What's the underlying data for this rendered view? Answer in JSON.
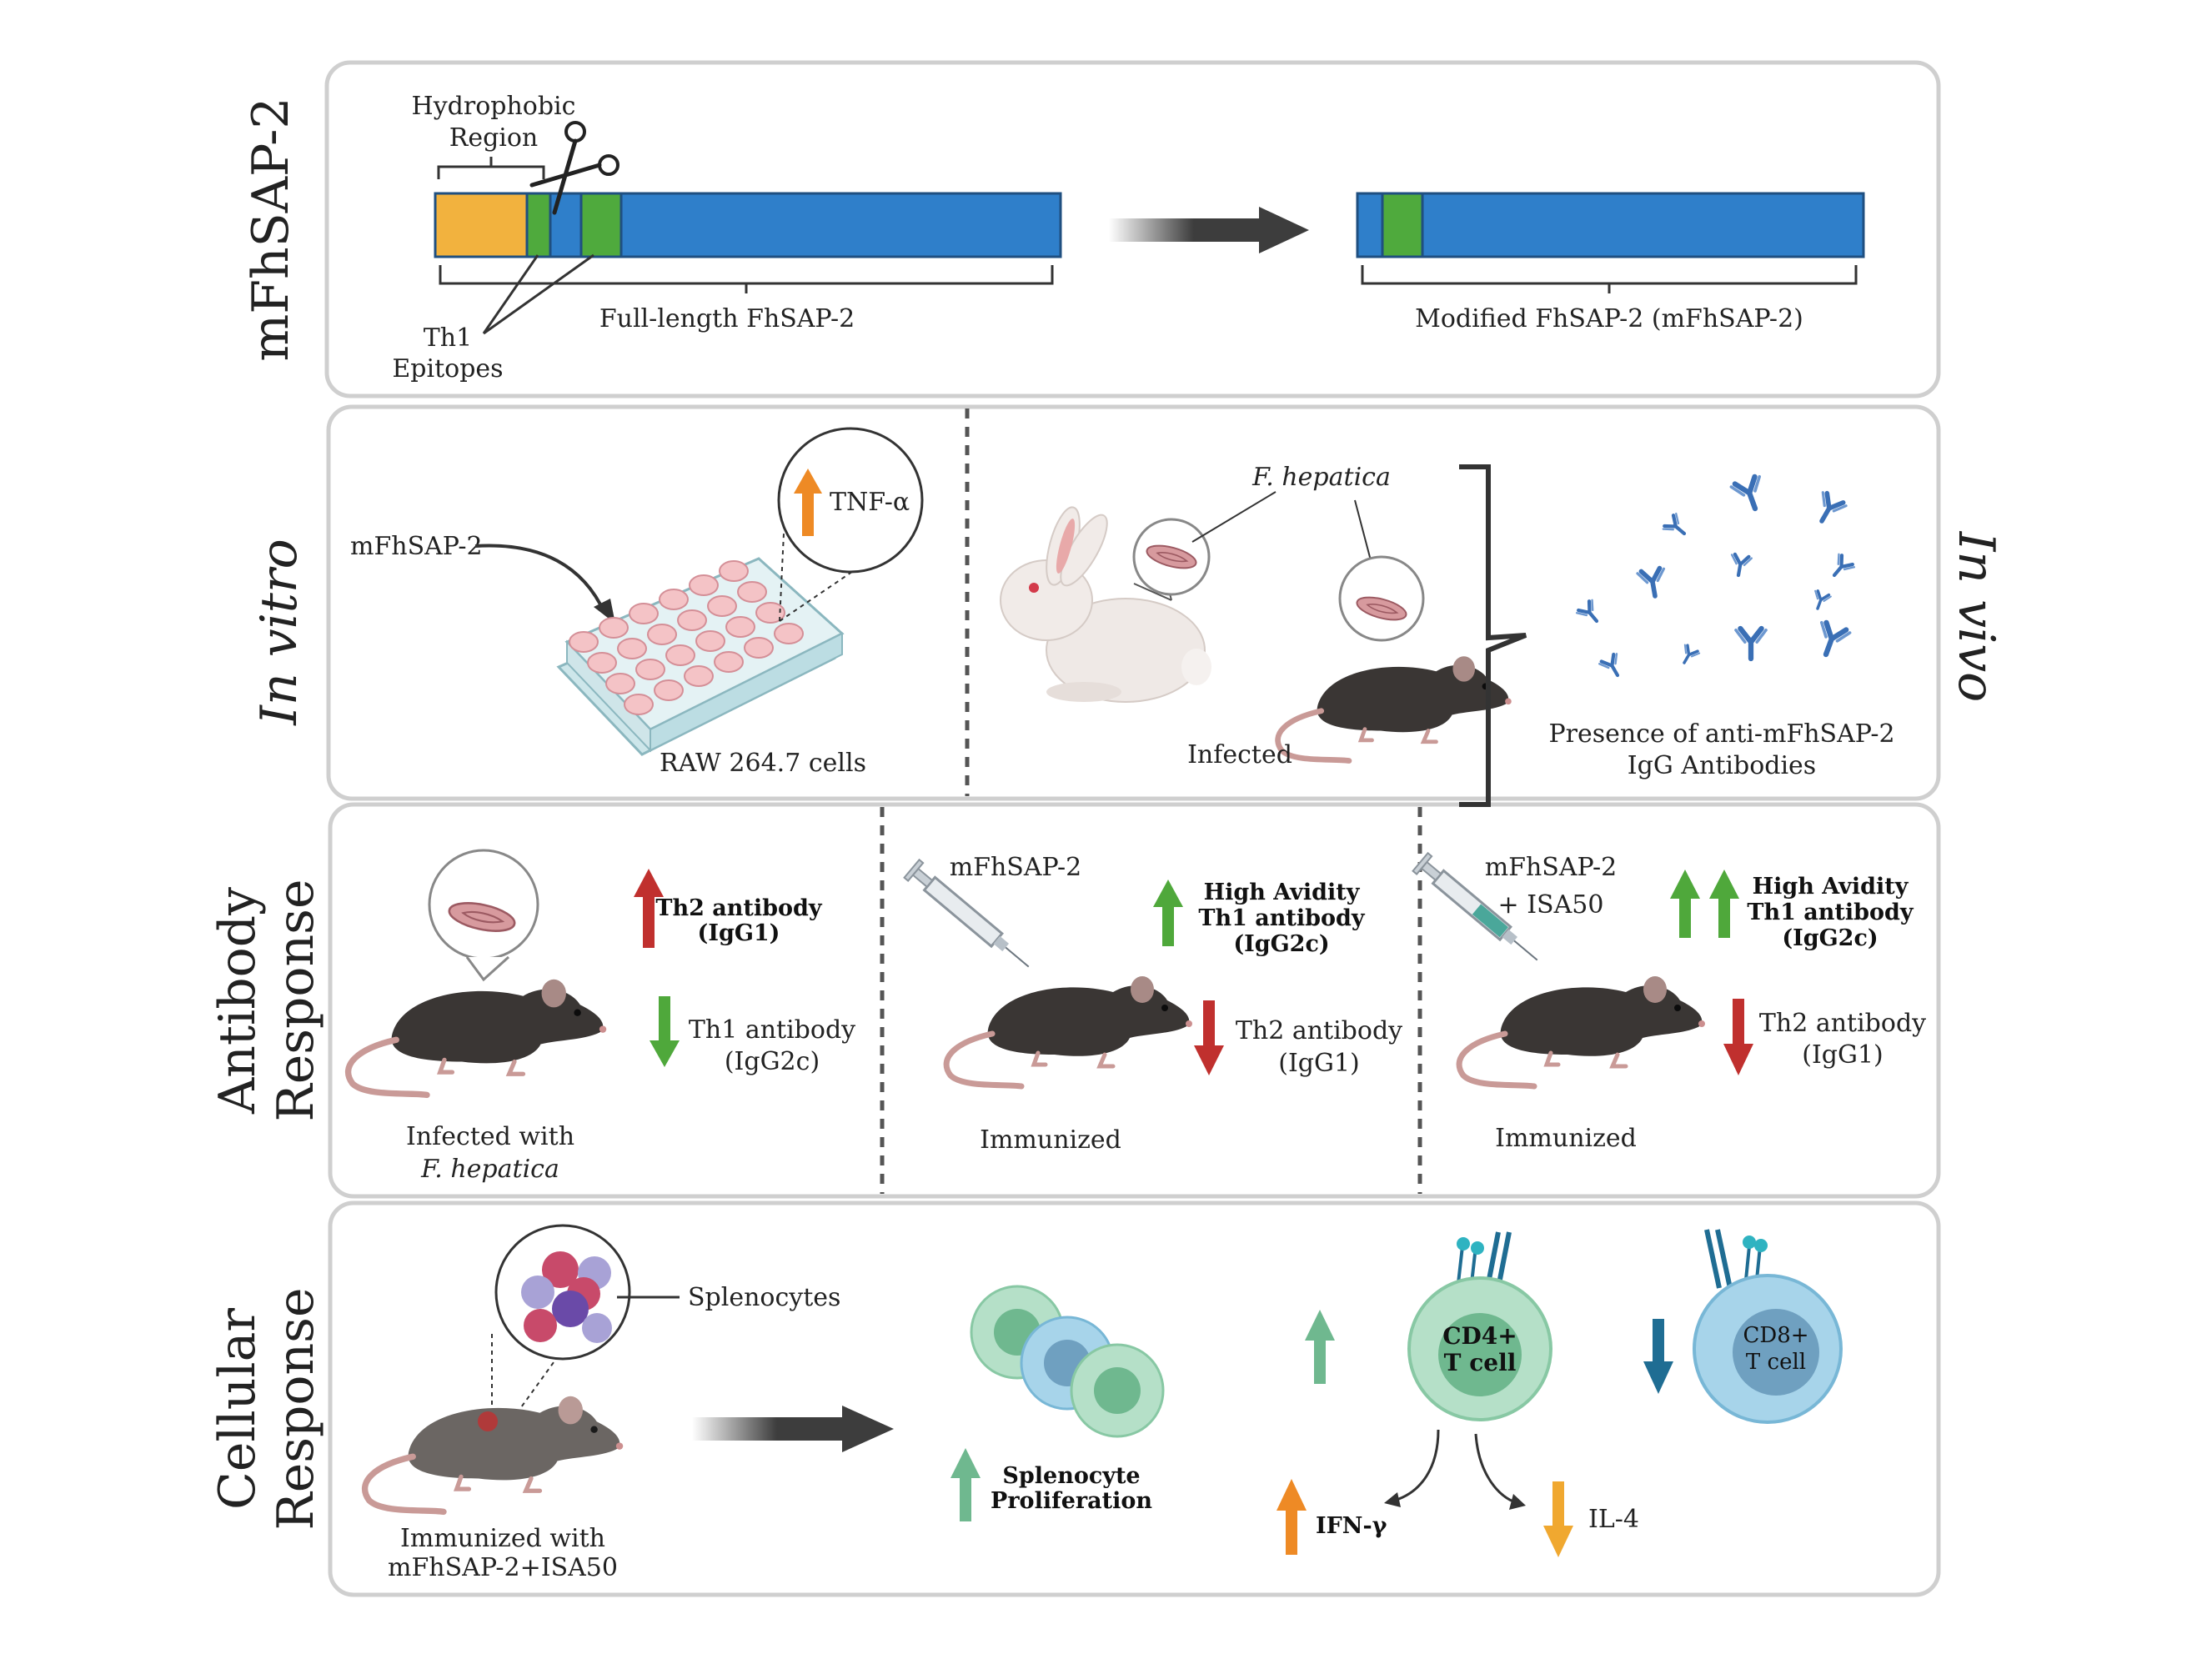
{
  "sidebar": {
    "row1": "mFhSAP-2",
    "row2": "In vitro",
    "row2_right": "In vivo",
    "row3_line1": "Antibody",
    "row3_line2": "Response",
    "row4_line1": "Cellular",
    "row4_line2": "Response"
  },
  "row1": {
    "hydrophobic_line1": "Hydrophobic",
    "hydrophobic_line2": "Region",
    "th1_line1": "Th1",
    "th1_line2": "Epitopes",
    "full_length": "Full-length FhSAP-2",
    "modified": "Modified FhSAP-2 (mFhSAP-2)"
  },
  "row2": {
    "mfhsap_label": "mFhSAP-2",
    "tnf": "TNF-α",
    "raw_cells": "RAW 264.7 cells",
    "f_hepatica": "F. hepatica",
    "infected": "Infected",
    "presence_line1": "Presence of anti-mFhSAP-2",
    "presence_line2": "IgG Antibodies"
  },
  "row3": {
    "c1_up_line1": "Th2 antibody",
    "c1_up_line2": "(IgG1)",
    "c1_down_line1": "Th1 antibody",
    "c1_down_line2": "(IgG2c)",
    "c1_caption_line1": "Infected with",
    "c1_caption_line2": "F. hepatica",
    "c2_label": "mFhSAP-2",
    "c2_up_line1": "High Avidity",
    "c2_up_line2": "Th1 antibody",
    "c2_up_line3": "(IgG2c)",
    "c2_down_line1": "Th2 antibody",
    "c2_down_line2": "(IgG1)",
    "c2_caption": "Immunized",
    "c3_label_line1": "mFhSAP-2",
    "c3_label_line2": "+ ISA50",
    "c3_up_line1": "High Avidity",
    "c3_up_line2": "Th1 antibody",
    "c3_up_line3": "(IgG2c)",
    "c3_down_line1": "Th2 antibody",
    "c3_down_line2": "(IgG1)",
    "c3_caption": "Immunized"
  },
  "row4": {
    "splenocytes": "Splenocytes",
    "caption_line1": "Immunized with",
    "caption_line2": "mFhSAP-2+ISA50",
    "prolif_line1": "Splenocyte",
    "prolif_line2": "Proliferation",
    "cd4_line1": "CD4+",
    "cd4_line2": "T cell",
    "cd8_line1": "CD8+",
    "cd8_line2": "T cell",
    "ifn": "IFN-γ",
    "il4": "IL-4"
  },
  "colors": {
    "panel_border": "#cfcfcf",
    "protein_blue": "#2f7fca",
    "hydrophobic_orange": "#f2b23e",
    "epitope_green": "#4faa3d",
    "arrow_dark": "#3d3d3d",
    "up_red": "#c0302e",
    "up_green": "#4fa83b",
    "up_orange": "#ee8a25",
    "mint_green": "#6fb88f",
    "teal_blue": "#1f6d93",
    "il4_yellow": "#f0a830",
    "antibody_blue": "#3a6fb5",
    "mouse_dark": "#3a3634",
    "mouse_gray": "#6b6663"
  }
}
